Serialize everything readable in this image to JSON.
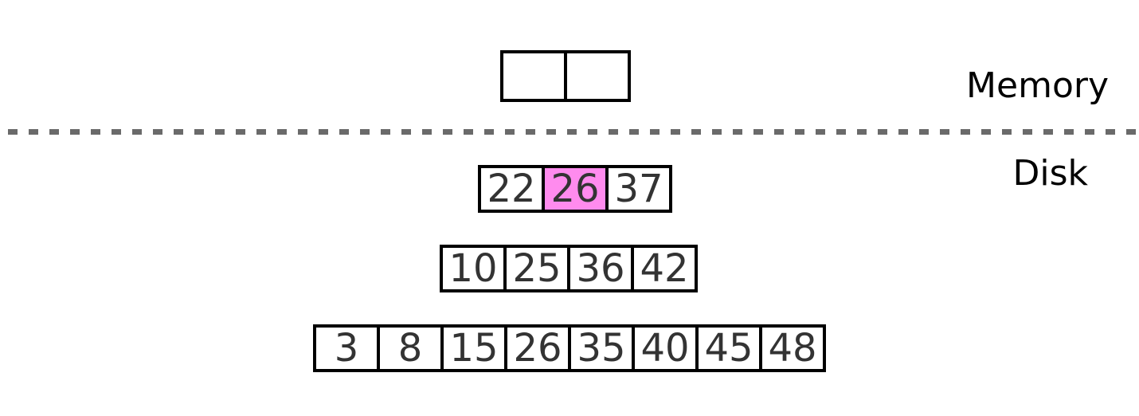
{
  "colors": {
    "cell_border": "#000000",
    "cell_text": "#333333",
    "highlight_fill": "#ff8bee",
    "divider_gray": "#6a6a6a",
    "label_text": "#000000"
  },
  "memory": {
    "label": "Memory",
    "buffer_cells": [
      {
        "value": ""
      },
      {
        "value": ""
      }
    ]
  },
  "disk": {
    "label": "Disk",
    "runs": [
      {
        "cells": [
          {
            "value": "22",
            "highlight": false
          },
          {
            "value": "26",
            "highlight": true
          },
          {
            "value": "37",
            "highlight": false
          }
        ]
      },
      {
        "cells": [
          {
            "value": "10",
            "highlight": false
          },
          {
            "value": "25",
            "highlight": false
          },
          {
            "value": "36",
            "highlight": false
          },
          {
            "value": "42",
            "highlight": false
          }
        ]
      },
      {
        "cells": [
          {
            "value": "3",
            "highlight": false
          },
          {
            "value": "8",
            "highlight": false
          },
          {
            "value": "15",
            "highlight": false
          },
          {
            "value": "26",
            "highlight": false
          },
          {
            "value": "35",
            "highlight": false
          },
          {
            "value": "40",
            "highlight": false
          },
          {
            "value": "45",
            "highlight": false
          },
          {
            "value": "48",
            "highlight": false
          }
        ]
      }
    ]
  }
}
